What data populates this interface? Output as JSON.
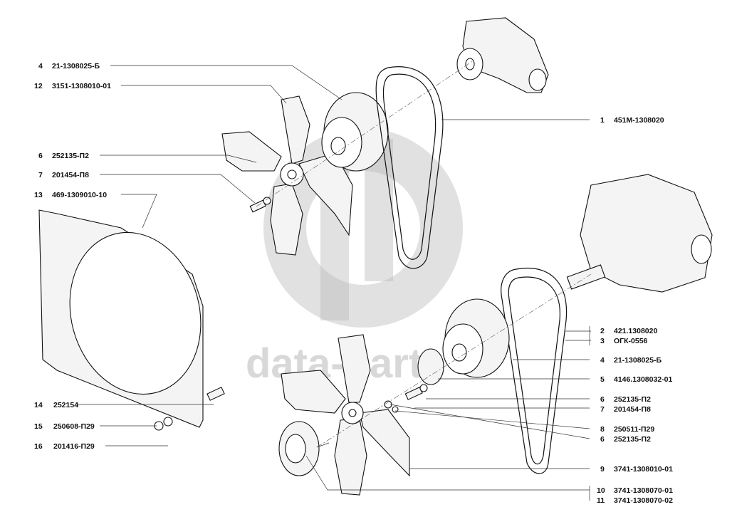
{
  "watermark": {
    "text": "data-parts"
  },
  "labels": [
    {
      "id": "l1",
      "num": "4",
      "code": "21-1308025-Б"
    },
    {
      "id": "l2",
      "num": "12",
      "code": "3151-1308010-01"
    },
    {
      "id": "l3",
      "num": "1",
      "code": "451М-1308020"
    },
    {
      "id": "l4",
      "num": "6",
      "code": "252135-П2"
    },
    {
      "id": "l5",
      "num": "7",
      "code": "201454-П8"
    },
    {
      "id": "l6",
      "num": "13",
      "code": "469-1309010-10"
    },
    {
      "id": "l7",
      "num": "2",
      "code": "421.1308020"
    },
    {
      "id": "l8",
      "num": "3",
      "code": "ОГК-0556"
    },
    {
      "id": "l9",
      "num": "4",
      "code": "21-1308025-Б"
    },
    {
      "id": "l10",
      "num": "5",
      "code": "4146.1308032-01"
    },
    {
      "id": "l11",
      "num": "6",
      "code": "252135-П2"
    },
    {
      "id": "l12",
      "num": "7",
      "code": "201454-П8"
    },
    {
      "id": "l13",
      "num": "8",
      "code": "250511-П29"
    },
    {
      "id": "l14",
      "num": "6",
      "code": "252135-П2"
    },
    {
      "id": "l15",
      "num": "9",
      "code": "3741-1308010-01"
    },
    {
      "id": "l16",
      "num": "10",
      "code": "3741-1308070-01"
    },
    {
      "id": "l17",
      "num": "11",
      "code": "3741-1308070-02"
    },
    {
      "id": "l18",
      "num": "14",
      "code": "252154"
    },
    {
      "id": "l19",
      "num": "15",
      "code": "250608-П29"
    },
    {
      "id": "l20",
      "num": "16",
      "code": "201416-П29"
    }
  ]
}
